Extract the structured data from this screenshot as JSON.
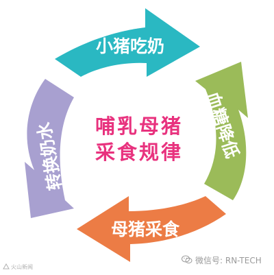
{
  "center_title": {
    "line1": "哺乳母猪",
    "line2": "采食规律"
  },
  "steps": [
    {
      "label": "小猪吃奶",
      "color": "#2ab8c2"
    },
    {
      "label": "血糖降低",
      "color": "#9bbb59"
    },
    {
      "label": "母猪采食",
      "color": "#ec7c45"
    },
    {
      "label": "转换奶水",
      "color": "#a8a0d0"
    }
  ],
  "wechat": {
    "text": "微信号: RN-TECH",
    "icon": "wechat-icon"
  },
  "watermark": {
    "text": "火山新闻",
    "icon": "watermark-logo-icon"
  }
}
